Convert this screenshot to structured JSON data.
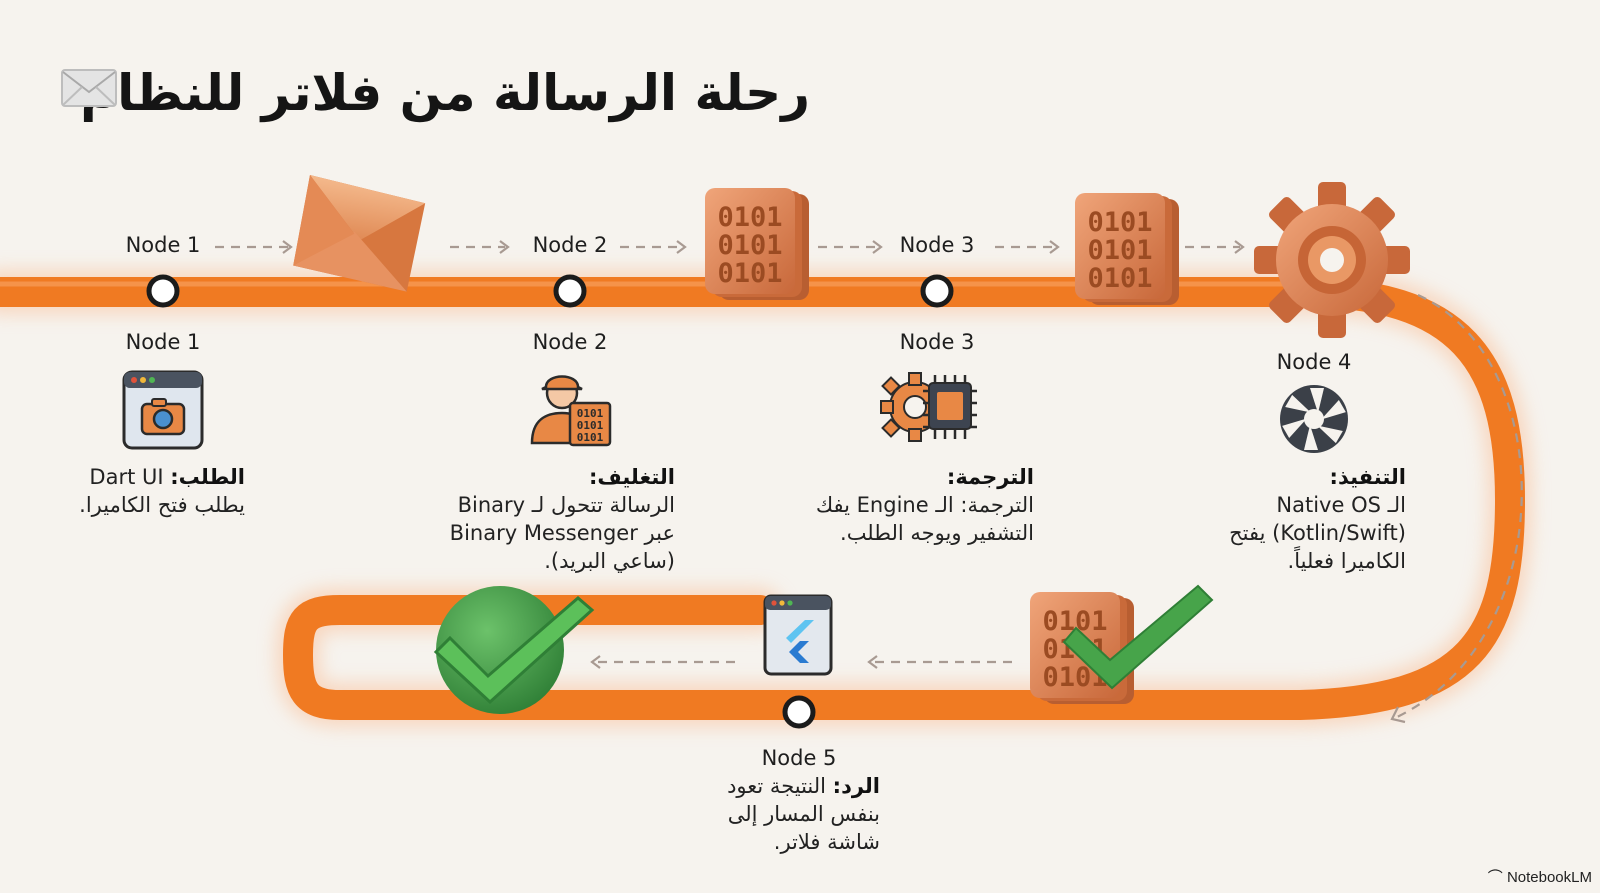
{
  "title": "رحلة الرسالة من فلاتر للنظام",
  "title_icon": "envelope-icon",
  "top_row_labels": [
    "Node 1",
    "Node 2",
    "Node 3"
  ],
  "nodes": [
    {
      "label": "Node 1",
      "icon": "camera-app-icon",
      "heading": "الطلب:",
      "lines": [
        "Dart UI يطلب فتح الكاميرا."
      ],
      "line1_rest": " Dart UI",
      "line2": "يطلب فتح الكاميرا."
    },
    {
      "label": "Node 2",
      "icon": "worker-binary-icon",
      "heading": "التغليف:",
      "line1": "الرسالة تتحول لـ Binary",
      "line2": "عبر Binary Messenger",
      "line3": "(ساعي البريد)."
    },
    {
      "label": "Node 3",
      "icon": "gear-chip-icon",
      "heading": "الترجمة:",
      "line1": "الترجمة: الـ Engine يفك",
      "line2": "التشفير ويوجه الطلب."
    },
    {
      "label": "Node 4",
      "icon": "camera-aperture-icon",
      "heading": "التنفيذ:",
      "line1": "الـ Native OS",
      "line2": "(Kotlin/Swift) يفتح",
      "line3": "الكاميرا فعلياً."
    },
    {
      "label": "Node 5",
      "icon": "flutter-app-icon",
      "heading": "الرد:",
      "line1_rest": " النتيجة تعود",
      "line2": "بنفس المسار إلى",
      "line3": "شاشة فلاتر."
    }
  ],
  "colors": {
    "path": "#f07a22",
    "path_glow": "#f9c9a0",
    "copper": "#d9804f",
    "green": "#3f9a45",
    "background": "#f6f3ee"
  },
  "footer": "NotebookLM"
}
